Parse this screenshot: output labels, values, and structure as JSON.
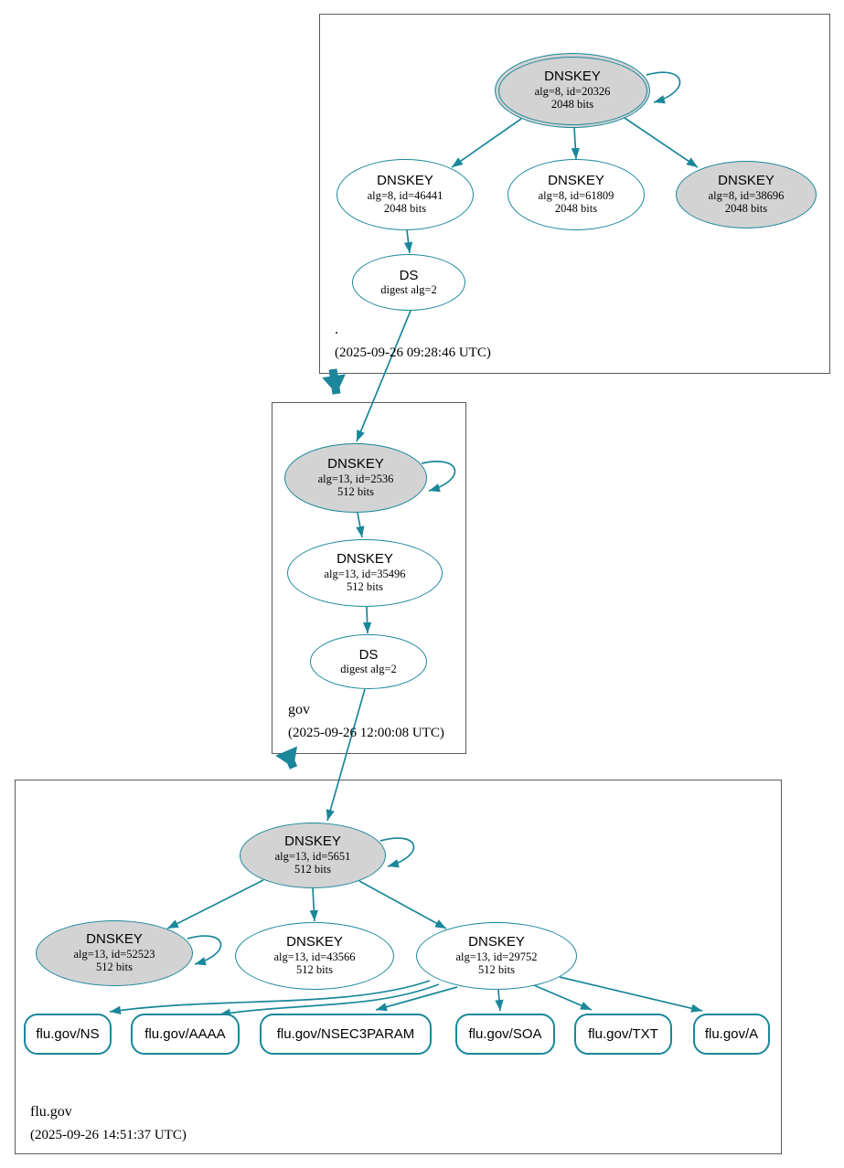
{
  "colors": {
    "accent_teal": "#1a879a",
    "ksk_fill": "#d3d3d3",
    "node_fill": "#ffffff",
    "zone_border": "#5a5a5a"
  },
  "zones": [
    {
      "name": ".",
      "timestamp": "(2025-09-26 09:28:46 UTC)",
      "nodes": [
        {
          "title": "DNSKEY",
          "detail1": "alg=8, id=20326",
          "detail2": "2048 bits"
        },
        {
          "title": "DNSKEY",
          "detail1": "alg=8, id=46441",
          "detail2": "2048 bits"
        },
        {
          "title": "DNSKEY",
          "detail1": "alg=8, id=61809",
          "detail2": "2048 bits"
        },
        {
          "title": "DNSKEY",
          "detail1": "alg=8, id=38696",
          "detail2": "2048 bits"
        },
        {
          "title": "DS",
          "detail1": "digest alg=2"
        }
      ]
    },
    {
      "name": "gov",
      "timestamp": "(2025-09-26 12:00:08 UTC)",
      "nodes": [
        {
          "title": "DNSKEY",
          "detail1": "alg=13, id=2536",
          "detail2": "512 bits"
        },
        {
          "title": "DNSKEY",
          "detail1": "alg=13, id=35496",
          "detail2": "512 bits"
        },
        {
          "title": "DS",
          "detail1": "digest alg=2"
        }
      ]
    },
    {
      "name": "flu.gov",
      "timestamp": "(2025-09-26 14:51:37 UTC)",
      "nodes": [
        {
          "title": "DNSKEY",
          "detail1": "alg=13, id=5651",
          "detail2": "512 bits"
        },
        {
          "title": "DNSKEY",
          "detail1": "alg=13, id=52523",
          "detail2": "512 bits"
        },
        {
          "title": "DNSKEY",
          "detail1": "alg=13, id=43566",
          "detail2": "512 bits"
        },
        {
          "title": "DNSKEY",
          "detail1": "alg=13, id=29752",
          "detail2": "512 bits"
        }
      ],
      "rrsets": [
        {
          "label": "flu.gov/NS"
        },
        {
          "label": "flu.gov/AAAA"
        },
        {
          "label": "flu.gov/NSEC3PARAM"
        },
        {
          "label": "flu.gov/SOA"
        },
        {
          "label": "flu.gov/TXT"
        },
        {
          "label": "flu.gov/A"
        }
      ]
    }
  ]
}
